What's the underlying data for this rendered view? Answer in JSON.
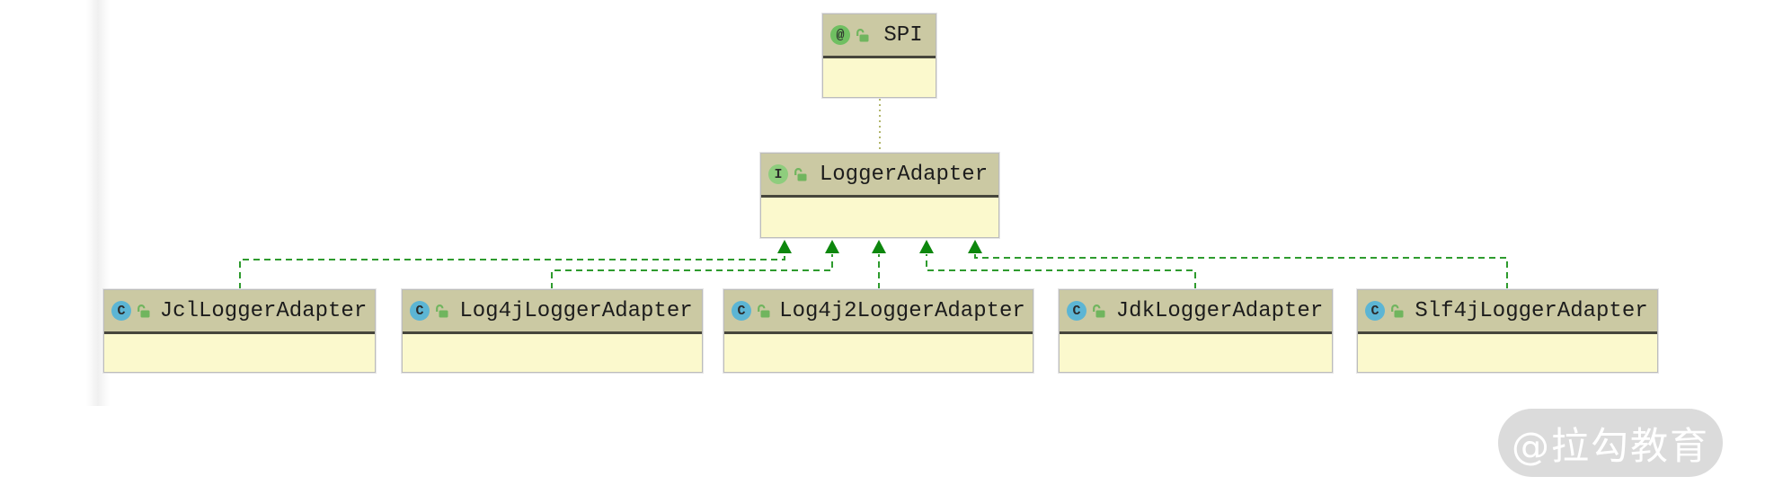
{
  "diagram": {
    "kind": "uml-class-diagram",
    "nodes": {
      "spi": {
        "label": "SPI",
        "stereotype": "annotation",
        "badge": "@",
        "visibility": "public"
      },
      "logger_adapter": {
        "label": "LoggerAdapter",
        "stereotype": "interface",
        "badge": "I",
        "visibility": "public"
      },
      "jcl": {
        "label": "JclLoggerAdapter",
        "stereotype": "class",
        "badge": "C",
        "visibility": "public"
      },
      "log4j": {
        "label": "Log4jLoggerAdapter",
        "stereotype": "class",
        "badge": "C",
        "visibility": "public"
      },
      "log4j2": {
        "label": "Log4j2LoggerAdapter",
        "stereotype": "class",
        "badge": "C",
        "visibility": "public"
      },
      "jdk": {
        "label": "JdkLoggerAdapter",
        "stereotype": "class",
        "badge": "C",
        "visibility": "public"
      },
      "slf4j": {
        "label": "Slf4jLoggerAdapter",
        "stereotype": "class",
        "badge": "C",
        "visibility": "public"
      }
    },
    "edges": [
      {
        "from": "logger_adapter",
        "to": "spi",
        "type": "annotated-with",
        "style": "dotted"
      },
      {
        "from": "jcl",
        "to": "logger_adapter",
        "type": "implements",
        "style": "dashed-arrow"
      },
      {
        "from": "log4j",
        "to": "logger_adapter",
        "type": "implements",
        "style": "dashed-arrow"
      },
      {
        "from": "log4j2",
        "to": "logger_adapter",
        "type": "implements",
        "style": "dashed-arrow"
      },
      {
        "from": "jdk",
        "to": "logger_adapter",
        "type": "implements",
        "style": "dashed-arrow"
      },
      {
        "from": "slf4j",
        "to": "logger_adapter",
        "type": "implements",
        "style": "dashed-arrow"
      }
    ]
  },
  "watermark": {
    "text": "@拉勾教育"
  },
  "colors": {
    "header_bg": "#cbc9a3",
    "body_bg": "#fbf9cd",
    "node_border": "#bcbcbc",
    "separator": "#46463c",
    "title_text": "#1c1c1c",
    "badge_annotation": "#6fbf61",
    "badge_interface": "#8ecd7d",
    "badge_class": "#5cb5d4",
    "badge_letter": "#2b2b2b",
    "lock_green": "#70b55e",
    "edge_green": "#2e9b2e",
    "arrow_green": "#0d870d",
    "edge_olive": "#b2b66c",
    "watermark_bg": "#dbdbdb",
    "watermark_text": "#ffffff"
  }
}
